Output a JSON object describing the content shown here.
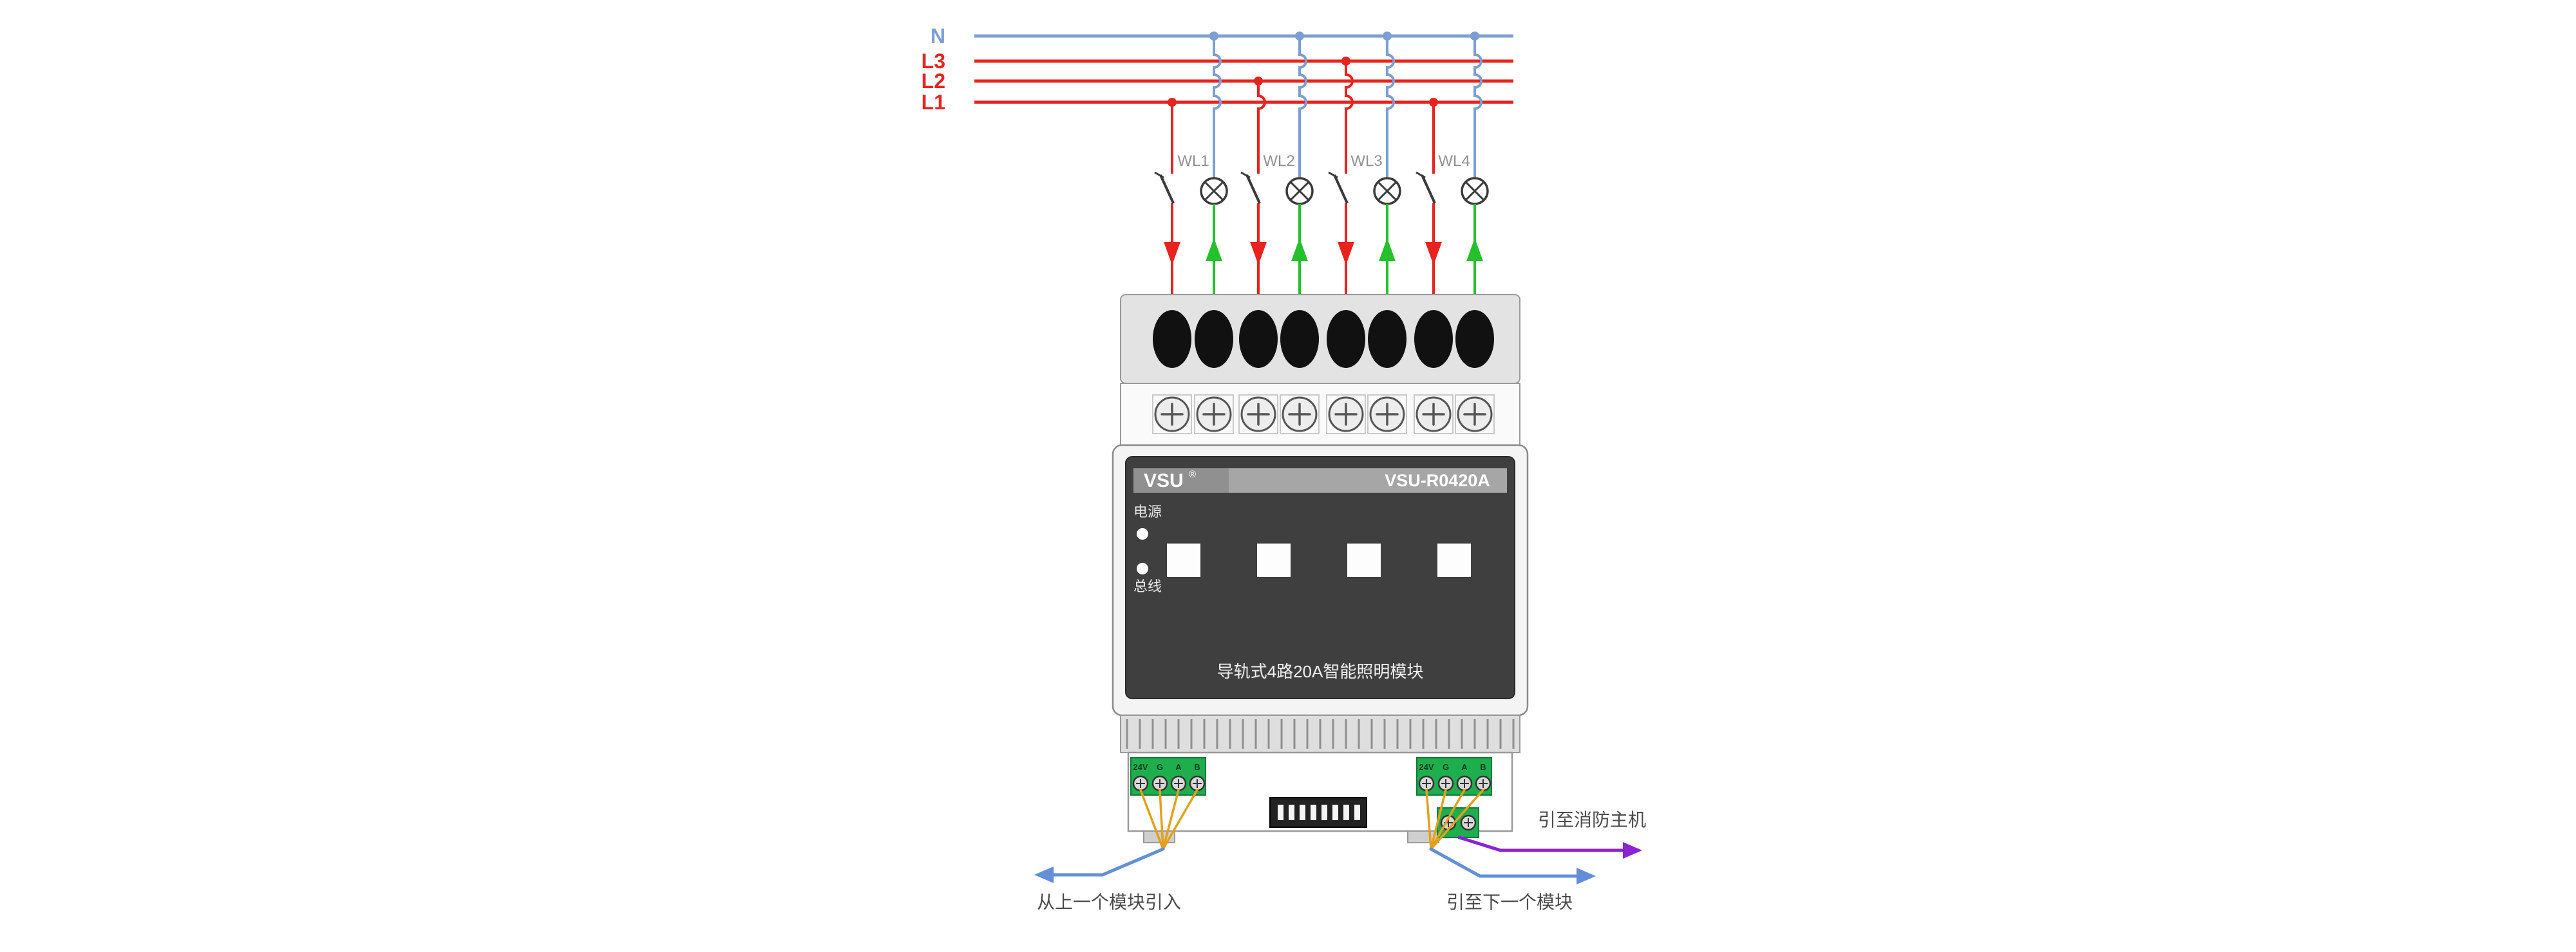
{
  "title": "VSU-R0420A 4-channel smart lighting module wiring diagram",
  "colors": {
    "phase": "#e8231e",
    "neutral": "#7b9fd3",
    "load": "#25c12d",
    "aux_wire": "#e2a11b",
    "flow_blue": "#628fd6",
    "fire_purple": "#8a22d6",
    "terminal_green": "#1fae4e",
    "panel_dark": "#3f3f3f"
  },
  "bus": {
    "n": "N",
    "l3": "L3",
    "l2": "L2",
    "l1": "L1"
  },
  "circuits": [
    {
      "label": "WL1"
    },
    {
      "label": "WL2"
    },
    {
      "label": "WL3"
    },
    {
      "label": "WL4"
    }
  ],
  "module": {
    "brand": "VSU",
    "reg": "®",
    "model": "VSU-R0420A",
    "led_power": "电源",
    "led_bus": "总线",
    "caption": "导轨式4路20A智能照明模块",
    "terminal_labels": [
      "24V",
      "G",
      "A",
      "B"
    ]
  },
  "annotations": {
    "incoming": "从上一个模块引入",
    "outgoing": "引至下一个模块",
    "fire": "引至消防主机"
  }
}
